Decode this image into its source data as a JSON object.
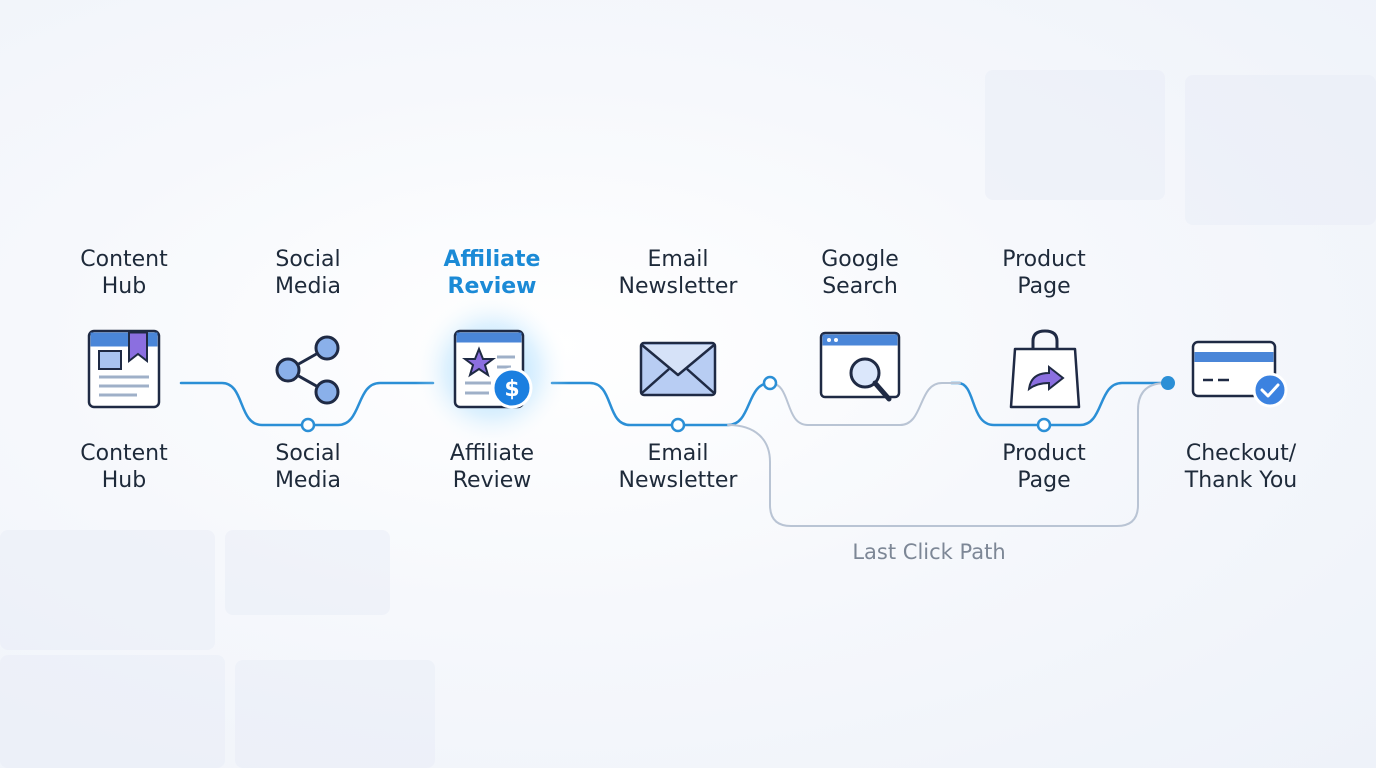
{
  "colors": {
    "active_path": "#2b8fd6",
    "last_click_path": "#b9c4d4",
    "highlight_text": "#1b8ad6",
    "text": "#1e2a3a",
    "muted_text": "#7d8796",
    "icon_stroke": "#1f2a44",
    "icon_blue": "#4a86d8",
    "icon_purple": "#8b6fe0"
  },
  "steps": [
    {
      "top_label": [
        "Content",
        "Hub"
      ],
      "bottom_label": [
        "Content",
        "Hub"
      ],
      "icon": "content-hub-icon",
      "highlight": false
    },
    {
      "top_label": [
        "Social",
        "Media"
      ],
      "bottom_label": [
        "Social",
        "Media"
      ],
      "icon": "social-share-icon",
      "highlight": false
    },
    {
      "top_label": [
        "Affiliate",
        "Review"
      ],
      "bottom_label": [
        "Affiliate",
        "Review"
      ],
      "icon": "affiliate-review-icon",
      "highlight": true
    },
    {
      "top_label": [
        "Email",
        "Newsletter"
      ],
      "bottom_label": [
        "Email",
        "Newsletter"
      ],
      "icon": "email-envelope-icon",
      "highlight": false
    },
    {
      "top_label": [
        "Google",
        "Search"
      ],
      "bottom_label": null,
      "icon": "search-browser-icon",
      "highlight": false
    },
    {
      "top_label": [
        "Product",
        "Page"
      ],
      "bottom_label": [
        "Product",
        "Page"
      ],
      "icon": "shopping-bag-icon",
      "highlight": false
    },
    {
      "top_label": null,
      "bottom_label": [
        "Checkout/",
        "Thank You"
      ],
      "icon": "checkout-card-icon",
      "highlight": false
    }
  ],
  "last_click_label": "Last Click Path"
}
